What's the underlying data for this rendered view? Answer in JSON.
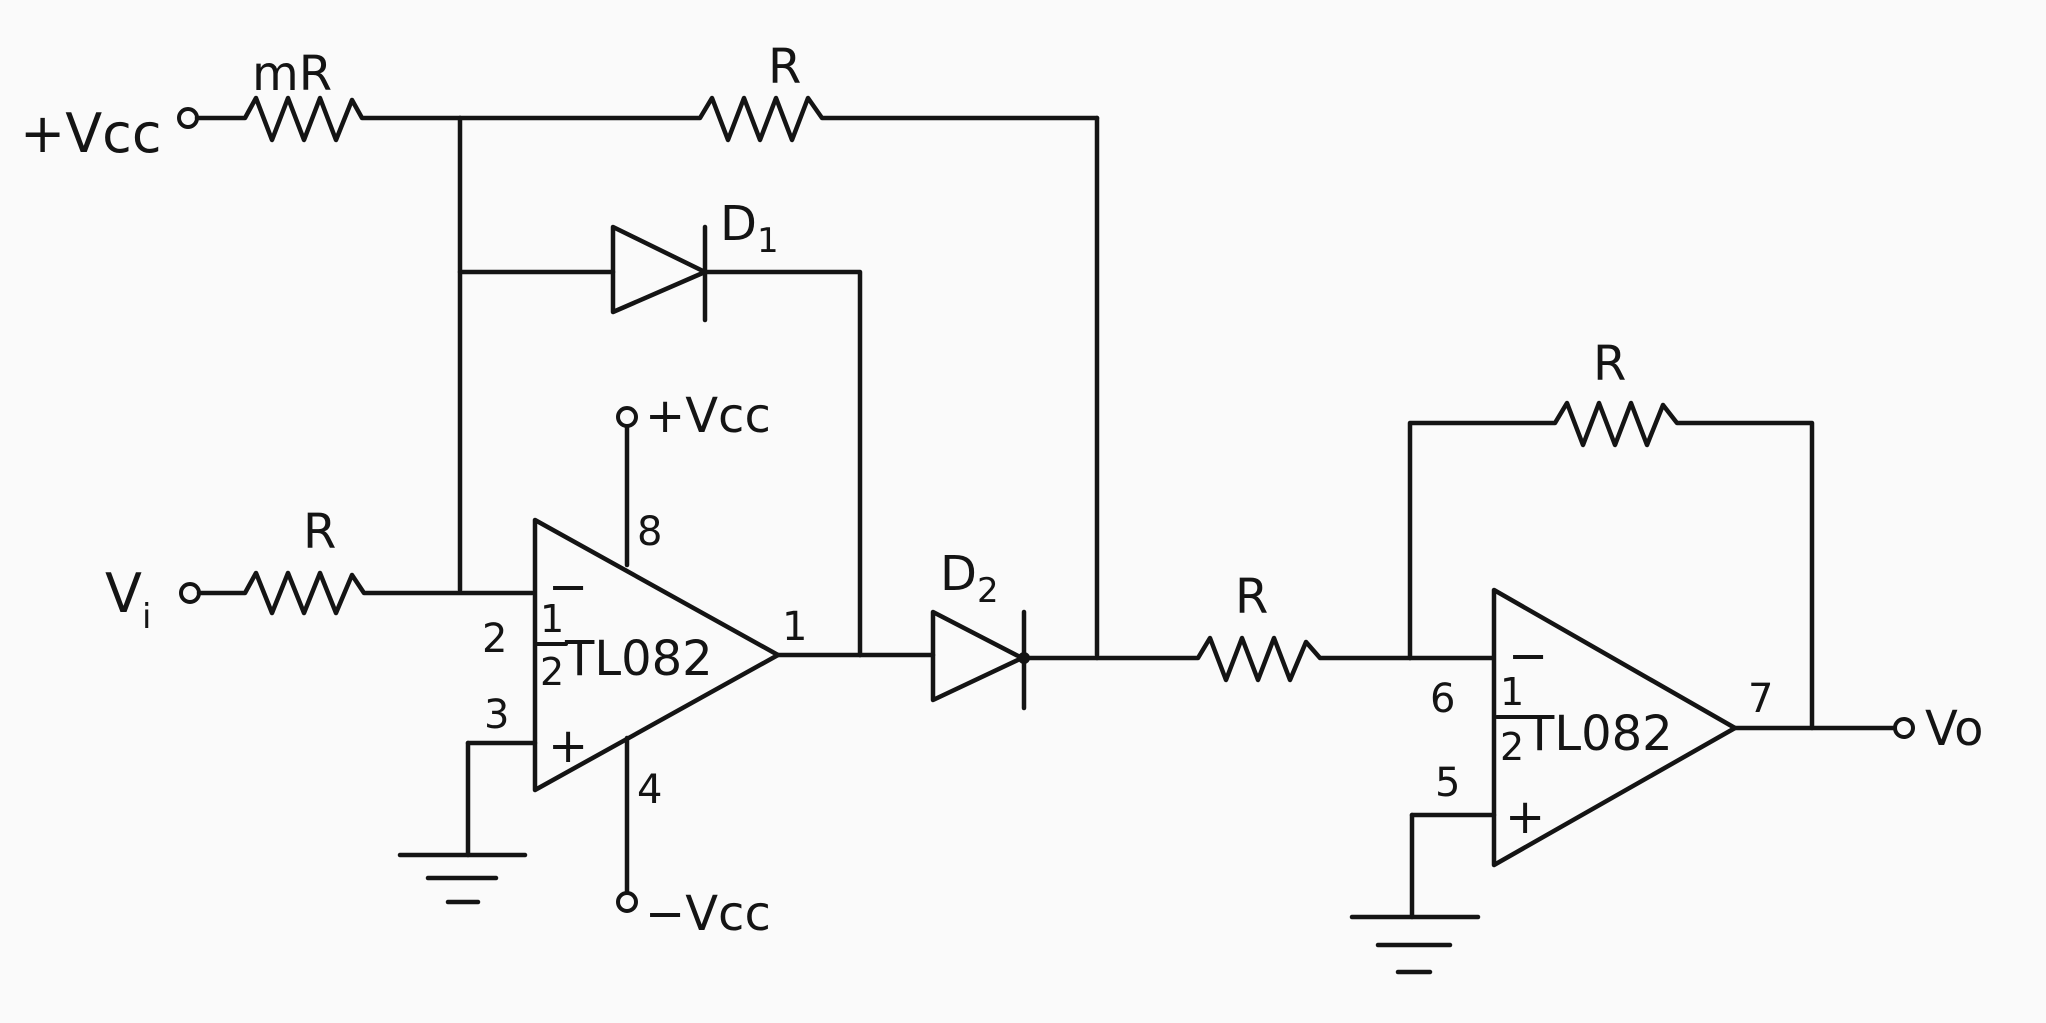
{
  "labels": {
    "vcc_left": "+Vcc",
    "mR": "mR",
    "R_top": "R",
    "D1": "D",
    "D1_sub": "1",
    "vcc_op1": "+Vcc",
    "vcc_neg": "−Vcc",
    "R_in": "R",
    "Vi": "V",
    "Vi_sub": "i",
    "D2": "D",
    "D2_sub": "2",
    "R_mid": "R",
    "R_fb": "R",
    "Vo": "Vo"
  },
  "opamp1": {
    "part": "TL082",
    "frac_num": "1",
    "frac_den": "2",
    "minus": "−",
    "plus": "+",
    "pin_inv": "2",
    "pin_noninv": "3",
    "pin_out": "1",
    "pin_vpos": "8",
    "pin_vneg": "4"
  },
  "opamp2": {
    "part": "TL082",
    "frac_num": "1",
    "frac_den": "2",
    "minus": "−",
    "plus": "+",
    "pin_inv": "6",
    "pin_noninv": "5",
    "pin_out": "7"
  }
}
